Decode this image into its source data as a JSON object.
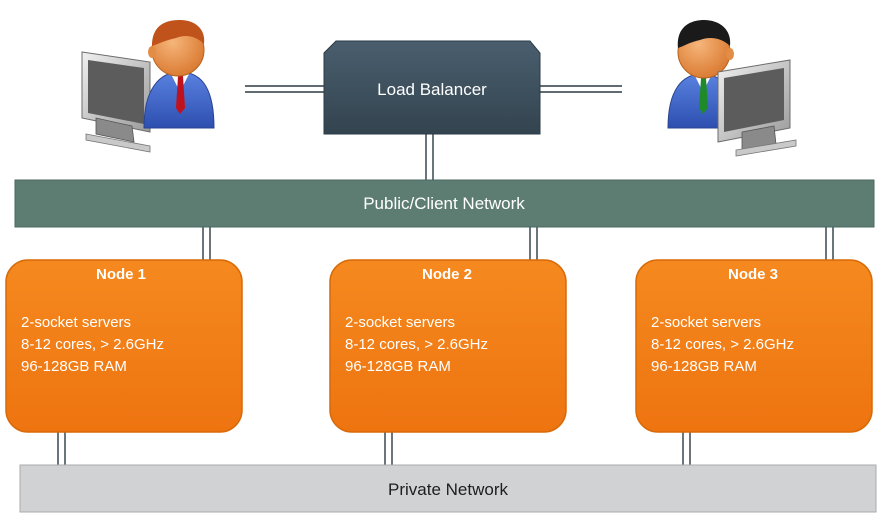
{
  "load_balancer": {
    "label": "Load Balancer"
  },
  "public_network": {
    "label": "Public/Client Network"
  },
  "private_network": {
    "label": "Private Network"
  },
  "nodes": [
    {
      "title": "Node 1",
      "lines": [
        "2-socket servers",
        "8-12 cores, > 2.6GHz",
        "96-128GB RAM"
      ]
    },
    {
      "title": "Node 2",
      "lines": [
        "2-socket servers",
        "8-12 cores, > 2.6GHz",
        "96-128GB RAM"
      ]
    },
    {
      "title": "Node 3",
      "lines": [
        "2-socket servers",
        "8-12 cores, > 2.6GHz",
        "96-128GB RAM"
      ]
    }
  ],
  "clients": [
    {
      "icon": "client-user-computer-icon",
      "hair_color": "#c0521c",
      "tie_color": "#c0121c"
    },
    {
      "icon": "client-user-computer-icon",
      "hair_color": "#1a1a1a",
      "tie_color": "#1e8a2a"
    }
  ],
  "colors": {
    "load_balancer": "#3c4f5e",
    "public_network": "#5d7d73",
    "private_network": "#d0d2d3",
    "node": "#f07a12",
    "node_border": "#d86a08",
    "shirt": "#3b63c9",
    "skin": "#e8944a"
  }
}
